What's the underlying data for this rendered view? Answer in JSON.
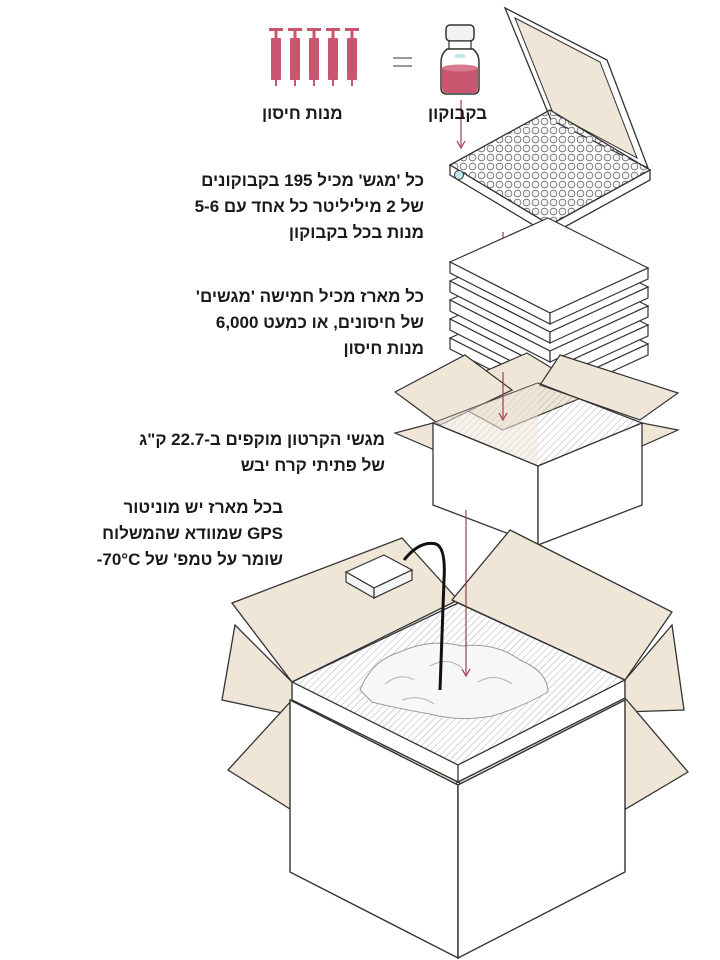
{
  "labels": {
    "doses": "מנות חיסון",
    "vial": "בקבוקון",
    "equals": "="
  },
  "annotations": {
    "tray": [
      "כל 'מגש' מכיל 195 בקבוקונים",
      "של 2 מיליליטר כל אחד עם 5-6",
      "מנות בכל בקבוקון"
    ],
    "box": [
      "כל מארז מכיל חמישה 'מגשים'",
      "של חיסונים, או כמעט 6,000",
      "מנות חיסון"
    ],
    "ice": [
      "מגשי הקרטון מוקפים ב-22.7 ק\"ג",
      "של פתיתי קרח יבש"
    ],
    "gps": [
      "בכל מארז יש מוניטור",
      "GPS שמוודא שהמשלוח",
      "שומר על טמפ' של 70°C-"
    ]
  },
  "colors": {
    "vaccine": "#c9566e",
    "cardboard_inner": "#efe6d8",
    "line": "#222222",
    "arrow": "#a23a52"
  }
}
